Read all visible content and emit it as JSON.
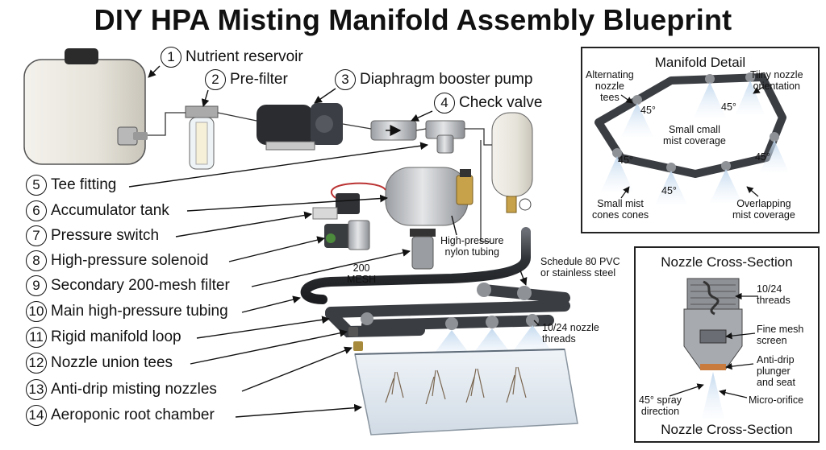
{
  "title": "DIY HPA Misting Manifold Assembly Blueprint",
  "callouts": [
    {
      "num": "1",
      "text": "Nutrient reservoir"
    },
    {
      "num": "2",
      "text": "Pre-filter"
    },
    {
      "num": "3",
      "text": "Diaphragm booster pump"
    },
    {
      "num": "4",
      "text": "Check valve"
    },
    {
      "num": "5",
      "text": "Tee fitting"
    },
    {
      "num": "6",
      "text": "Accumulator tank"
    },
    {
      "num": "7",
      "text": "Pressure switch"
    },
    {
      "num": "8",
      "text": "High-pressure solenoid"
    },
    {
      "num": "9",
      "text": "Secondary 200-mesh filter"
    },
    {
      "num": "10",
      "text": "Main high-pressure tubing"
    },
    {
      "num": "11",
      "text": "Rigid manifold loop"
    },
    {
      "num": "12",
      "text": "Nozzle union tees"
    },
    {
      "num": "13",
      "text": "Anti-drip misting nozzles"
    },
    {
      "num": "14",
      "text": "Aeroponic root chamber"
    }
  ],
  "annotations": {
    "mesh": "200\nMESH",
    "nylon": "High-pressure\nnylon tubing",
    "schedule": "Schedule 80 PVC\nor stainless steel",
    "threads": "10/24 nozzle\nthreads"
  },
  "manifold_detail": {
    "title": "Manifold Detail",
    "alternating": "Alternating\nnozzle\ntees",
    "orientation": "Tiiny nozzle\norientation",
    "small_center": "Small cmall\nmist coverage",
    "small_cones": "Small mist\ncones cones",
    "overlapping": "Overlapping\nmist coverage",
    "angles": [
      "45°",
      "45°",
      "45°",
      "45°",
      "45°"
    ]
  },
  "nozzle_section": {
    "title": "Nozzle Cross-Section",
    "title_bottom": "Nozzle Cross-Section",
    "threads": "10/24\nthreads",
    "screen": "Fine mesh\nscreen",
    "plunger": "Anti-drip\nplunger\nand seat",
    "orifice": "Micro-orifice",
    "spray": "45° spray\ndirection"
  },
  "colors": {
    "pipe": "#3a3d42",
    "tank": "#e9e7e0",
    "steel": "#b9bcc0",
    "brass": "#c8a24a",
    "mist": "#c9dcef",
    "root": "#7a6650"
  }
}
